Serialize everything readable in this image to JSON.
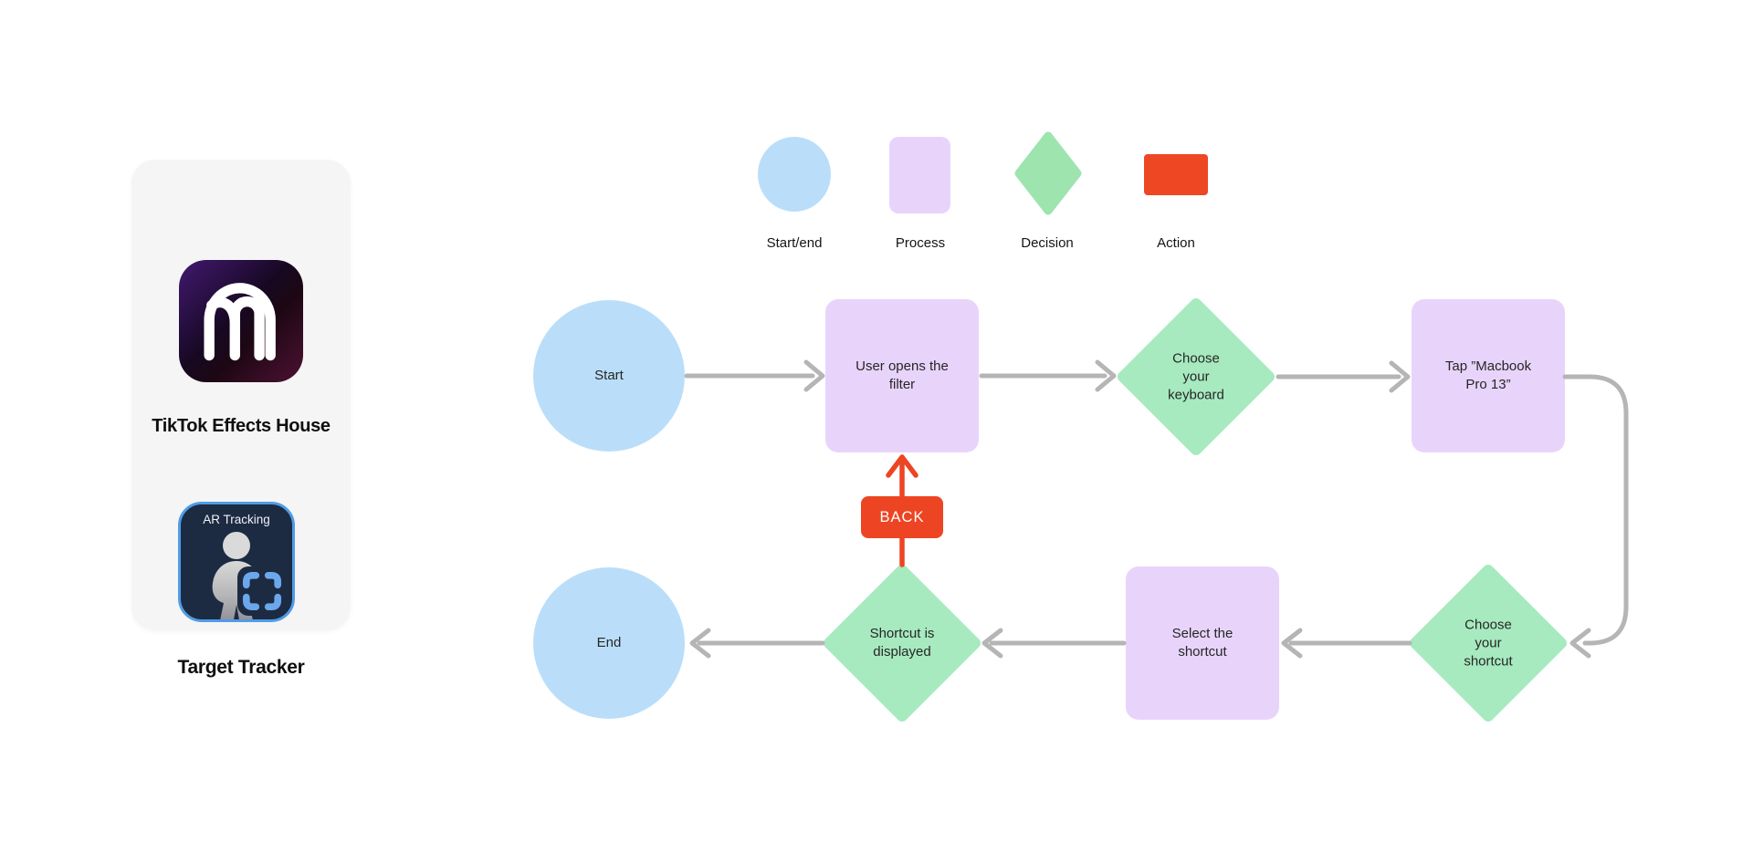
{
  "panel": {
    "app_title": "TikTok Effects House",
    "tile_label": "AR Tracking",
    "tracker_title": "Target Tracker",
    "icons": {
      "app": "effect-house-arch-logo",
      "person": "person-silhouette",
      "brackets": "tracking-target-brackets"
    },
    "colors": {
      "panel_bg": "#f5f5f5",
      "tile_bg": "#1c2b41",
      "tile_border": "#4f9ce6"
    }
  },
  "legend": {
    "items": [
      {
        "shape": "circle",
        "label": "Start/end",
        "color": "#badef9"
      },
      {
        "shape": "rounded-square",
        "label": "Process",
        "color": "#e8d4fb"
      },
      {
        "shape": "diamond",
        "label": "Decision",
        "color": "#9de4ae"
      },
      {
        "shape": "rectangle",
        "label": "Action",
        "color": "#ee4723"
      }
    ]
  },
  "flow": {
    "nodes": [
      {
        "id": "start",
        "type": "start-end",
        "label": "Start"
      },
      {
        "id": "open-filter",
        "type": "process",
        "label": "User opens the filter"
      },
      {
        "id": "choose-keyboard",
        "type": "decision",
        "label": "Choose your keyboard"
      },
      {
        "id": "tap-macbook",
        "type": "process",
        "label": "Tap ”Macbook Pro 13”"
      },
      {
        "id": "choose-shortcut",
        "type": "decision",
        "label": "Choose your shortcut"
      },
      {
        "id": "select-shortcut",
        "type": "process",
        "label": "Select the shortcut"
      },
      {
        "id": "shortcut-displayed",
        "type": "decision",
        "label": "Shortcut is displayed"
      },
      {
        "id": "end",
        "type": "start-end",
        "label": "End"
      }
    ],
    "action_label": "BACK",
    "edges": [
      {
        "from": "start",
        "to": "open-filter"
      },
      {
        "from": "open-filter",
        "to": "choose-keyboard"
      },
      {
        "from": "choose-keyboard",
        "to": "tap-macbook"
      },
      {
        "from": "tap-macbook",
        "to": "choose-shortcut"
      },
      {
        "from": "choose-shortcut",
        "to": "select-shortcut"
      },
      {
        "from": "select-shortcut",
        "to": "shortcut-displayed"
      },
      {
        "from": "shortcut-displayed",
        "to": "end"
      },
      {
        "from": "shortcut-displayed",
        "to": "open-filter",
        "via": "BACK",
        "color": "#ed4523"
      }
    ],
    "colors": {
      "start_end": "#badef9",
      "process": "#e8d4fb",
      "decision": "#a7eabf",
      "action": "#ed4523",
      "connector": "#b5b5b5"
    }
  }
}
